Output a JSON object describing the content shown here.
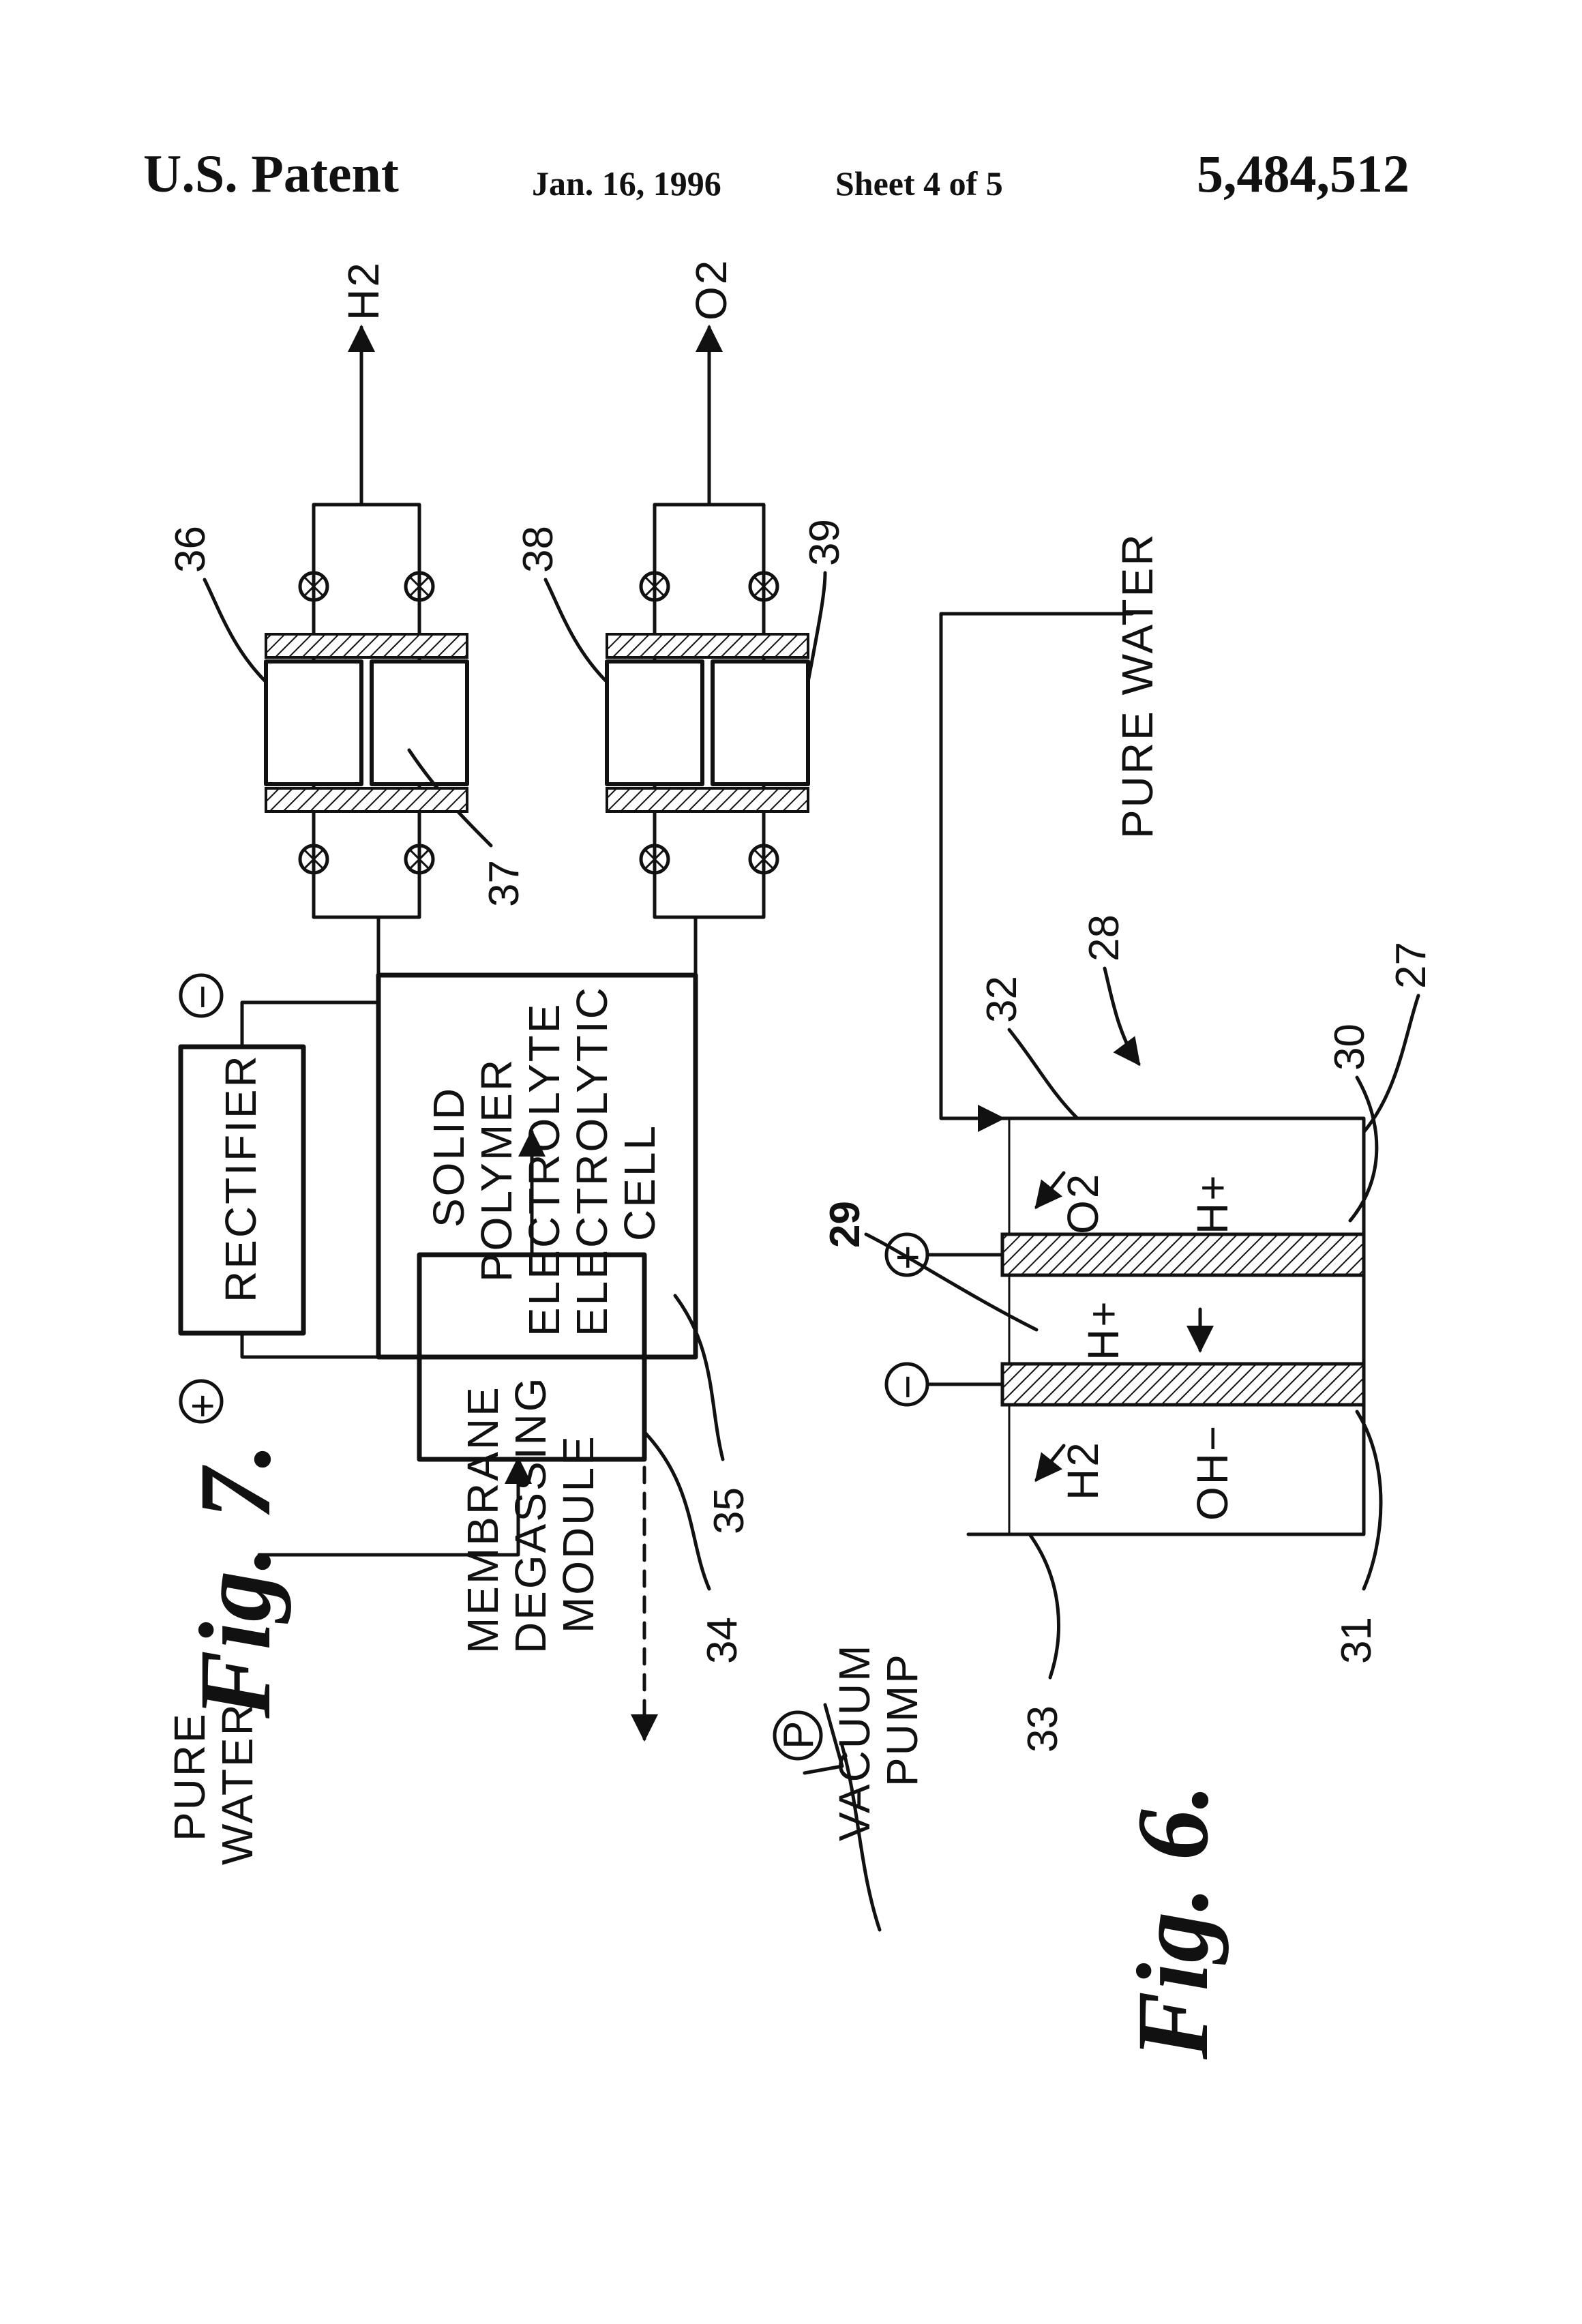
{
  "header": {
    "left": "U.S. Patent",
    "date": "Jan. 16, 1996",
    "sheet": "Sheet 4 of 5",
    "patent_number": "5,484,512"
  },
  "fig7": {
    "title": "Fig. 7.",
    "input_label_1": "PURE",
    "input_label_2": "WATER",
    "degassing_1": "MEMBRANE",
    "degassing_2": "DEGASSING",
    "degassing_3": "MODULE",
    "vacuum_1": "VACUUM",
    "vacuum_2": "PUMP",
    "pump_symbol": "P",
    "rectifier": "RECTIFIER",
    "plus": "+",
    "minus": "−",
    "cell_1": "SOLID",
    "cell_2": "POLYMER",
    "cell_3": "ELECTROLYTE",
    "cell_4": "ELECTROLYTIC",
    "cell_5": "CELL",
    "h2_out": "H2",
    "o2_out": "O2",
    "ref_34": "34",
    "ref_35": "35",
    "ref_36": "36",
    "ref_37": "37",
    "ref_38": "38",
    "ref_39": "39"
  },
  "fig6": {
    "title": "Fig. 6.",
    "pure_water": "PURE WATER",
    "minus": "−",
    "plus": "+",
    "h2": "H2",
    "ohminus": "OH−",
    "hplus_center": "H+",
    "o2": "O2",
    "hplus_right": "H+",
    "ref_27": "27",
    "ref_28": "28",
    "ref_29": "29",
    "ref_30": "30",
    "ref_31": "31",
    "ref_32": "32",
    "ref_33": "33"
  }
}
